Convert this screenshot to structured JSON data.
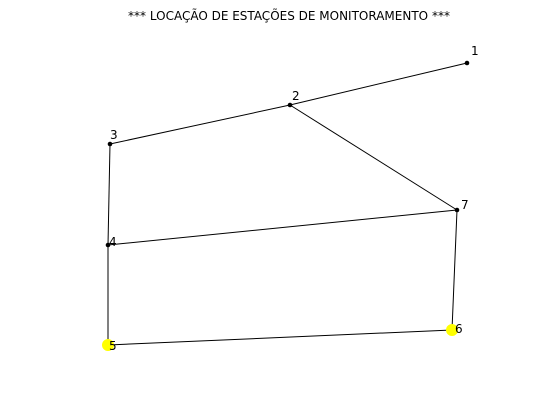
{
  "title": "*** LOCAÇÃO DE ESTAÇÕES DE MONITORAMENTO ***",
  "colors": {
    "background": "#ffffff",
    "edge": "#000000",
    "node": "#000000",
    "station": "#ffff00"
  },
  "nodes": [
    {
      "id": "1",
      "label": "1",
      "station": false
    },
    {
      "id": "2",
      "label": "2",
      "station": false
    },
    {
      "id": "3",
      "label": "3",
      "station": false
    },
    {
      "id": "4",
      "label": "4",
      "station": false
    },
    {
      "id": "5",
      "label": "5",
      "station": true
    },
    {
      "id": "6",
      "label": "6",
      "station": true
    },
    {
      "id": "7",
      "label": "7",
      "station": false
    }
  ],
  "edges": [
    {
      "from": "1",
      "to": "2"
    },
    {
      "from": "2",
      "to": "3"
    },
    {
      "from": "2",
      "to": "7"
    },
    {
      "from": "3",
      "to": "4"
    },
    {
      "from": "4",
      "to": "7"
    },
    {
      "from": "4",
      "to": "5"
    },
    {
      "from": "5",
      "to": "6"
    },
    {
      "from": "6",
      "to": "7"
    }
  ]
}
